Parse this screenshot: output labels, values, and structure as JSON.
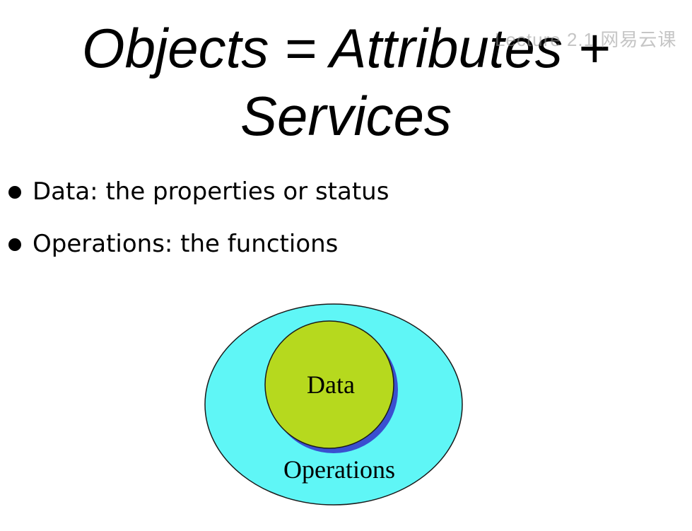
{
  "slide": {
    "title_line1": "Objects = Attributes +",
    "title_line2": "Services",
    "watermark": "Lecture 2.1 网易云课"
  },
  "bullets": [
    {
      "text": "Data: the properties or status"
    },
    {
      "text": "Operations: the functions"
    }
  ],
  "diagram": {
    "inner_label": "Data",
    "outer_label": "Operations",
    "colors": {
      "outer_fill": "#5ff6f6",
      "inner_fill": "#b6d91e",
      "shadow": "#3a4fd0",
      "stroke": "#1a1a1a"
    }
  }
}
